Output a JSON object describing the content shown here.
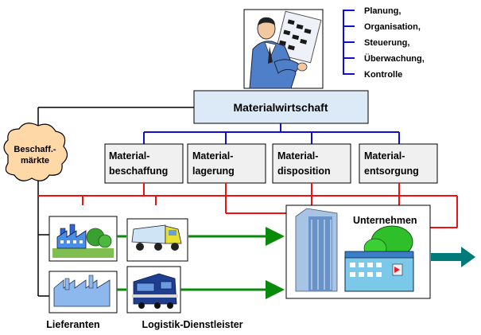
{
  "header": {
    "title": "Materialwirtschaft"
  },
  "tasks": [
    "Planung,",
    "Organisation,",
    "Steuerung,",
    "Überwachung,",
    "Kontrolle"
  ],
  "functions": [
    {
      "line1": "Material-",
      "line2": "beschaffung"
    },
    {
      "line1": "Material-",
      "line2": "lagerung"
    },
    {
      "line1": "Material-",
      "line2": "disposition"
    },
    {
      "line1": "Material-",
      "line2": "entsorgung"
    }
  ],
  "markets": {
    "line1": "Beschaff.-",
    "line2": "märkte"
  },
  "company": {
    "label": "Unternehmen"
  },
  "suppliers": {
    "label": "Lieferanten"
  },
  "logistics": {
    "label": "Logistik-Dienstleister"
  },
  "colors": {
    "header_fill": "#dceaf8",
    "box_fill": "#f0f0f0",
    "blue_line": "#1010cc",
    "red_line": "#ee1111",
    "green_arrow": "#0a8a0a",
    "teal_arrow": "#007a7a",
    "cloud_fill": "#ffd8a8"
  },
  "icons": [
    "manager-icon",
    "factory-icon",
    "truck-icon",
    "warehouse-icon",
    "train-icon",
    "company-buildings-icon"
  ]
}
